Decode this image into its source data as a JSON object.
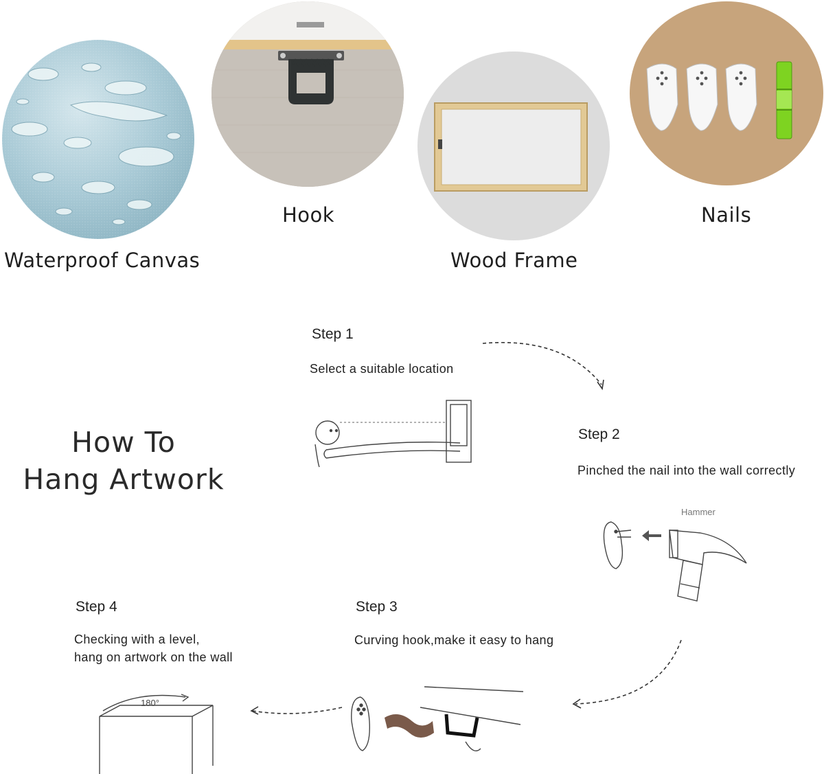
{
  "features": [
    {
      "id": "canvas",
      "caption": "Waterproof Canvas"
    },
    {
      "id": "hook",
      "caption": "Hook"
    },
    {
      "id": "frame",
      "caption": "Wood Frame"
    },
    {
      "id": "nails",
      "caption": "Nails"
    }
  ],
  "headline": {
    "line1": "How To",
    "line2": "Hang Artwork"
  },
  "steps": [
    {
      "title": "Step 1",
      "desc": "Select a suitable location"
    },
    {
      "title": "Step 2",
      "desc": "Pinched the nail into the wall correctly",
      "tool_label": "Hammer"
    },
    {
      "title": "Step 3",
      "desc": "Curving hook,make it easy to hang"
    },
    {
      "title": "Step 4",
      "desc_line1": "Checking with a level,",
      "desc_line2": "hang on artwork on the wall",
      "angle_label": "180°"
    }
  ],
  "icons": [
    "water-drops-image",
    "sawtooth-hook-image",
    "wood-frame-image",
    "wall-hooks-and-level-image",
    "person-measuring-icon",
    "hammer-icon",
    "wall-hook-icon",
    "canvas-edge-icon",
    "dashed-arrow-icon"
  ],
  "colors": {
    "canvas_blue": "#a9cad6",
    "wood": "#e9d8a6",
    "cardboard": "#c7a47c",
    "level_green": "#7ed321",
    "ink": "#333333"
  }
}
